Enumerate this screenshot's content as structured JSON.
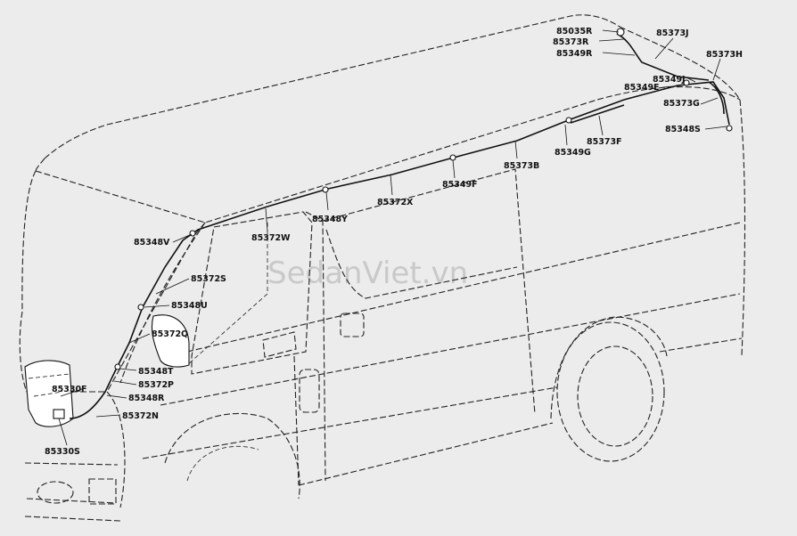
{
  "watermark": "SedanViet.vn",
  "part_labels": [
    "85035R",
    "85373R",
    "85349R",
    "85373J",
    "85373H",
    "85349J",
    "85349E",
    "85373G",
    "85348S",
    "85373F",
    "85349G",
    "85373B",
    "85349F",
    "85372X",
    "85348Y",
    "85372W",
    "85348V",
    "85372S",
    "85348U",
    "85372Q",
    "85348T",
    "85372P",
    "85330F",
    "85348R",
    "85372N",
    "85330S"
  ]
}
